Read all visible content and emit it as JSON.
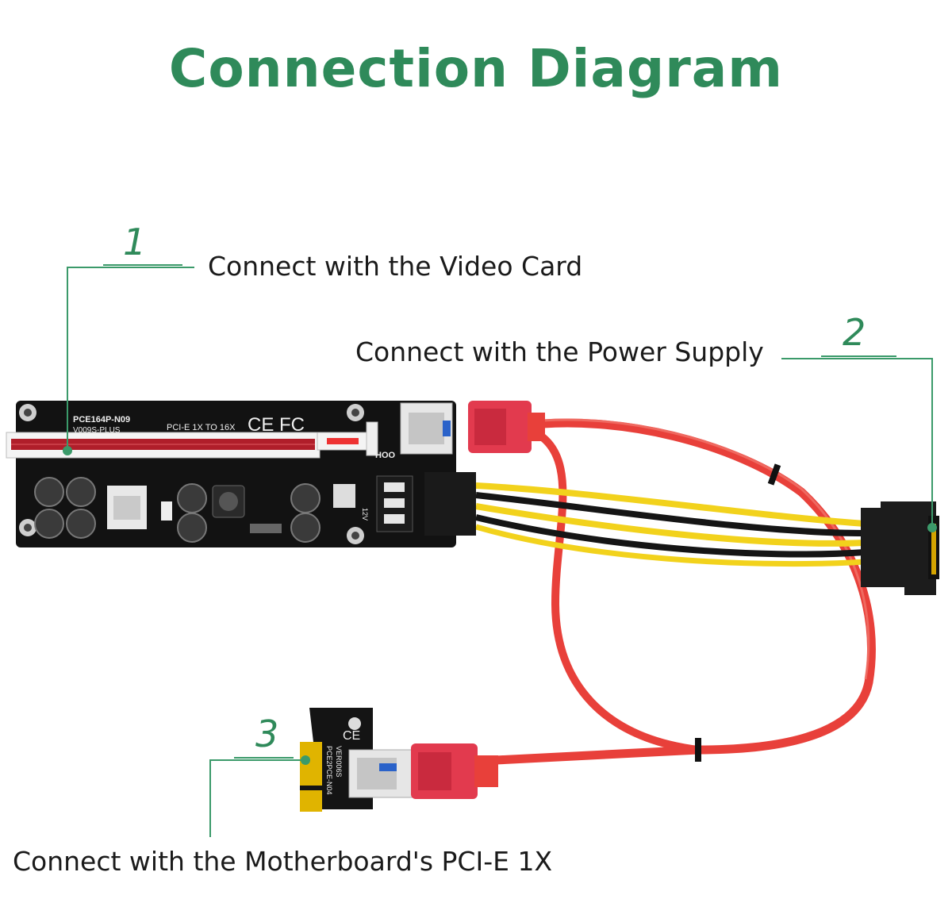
{
  "title": "Connection Diagram",
  "callouts": [
    {
      "number": "1",
      "text": "Connect with the Video Card"
    },
    {
      "number": "2",
      "text": "Connect with the Power Supply"
    },
    {
      "number": "3",
      "text": "Connect with the Motherboard's PCI-E 1X"
    }
  ],
  "board": {
    "model": "PCE164P-N09",
    "version": "V009S-PLUS",
    "spec": "PCI-E 1X TO 16X",
    "marks": "CE FC",
    "molex_label": "12V",
    "brand_fragment": "HOO"
  },
  "adapter": {
    "model": "PCE2PCE-N04",
    "version": "VER006S",
    "marks": "CE"
  },
  "colors": {
    "accent_green": "#2f8a5a",
    "leader_green": "#3b9a6a",
    "cable_red": "#e8403a",
    "connector_red": "#e23a4e",
    "board_black": "#121212",
    "wire_yellow": "#f2d21c"
  }
}
